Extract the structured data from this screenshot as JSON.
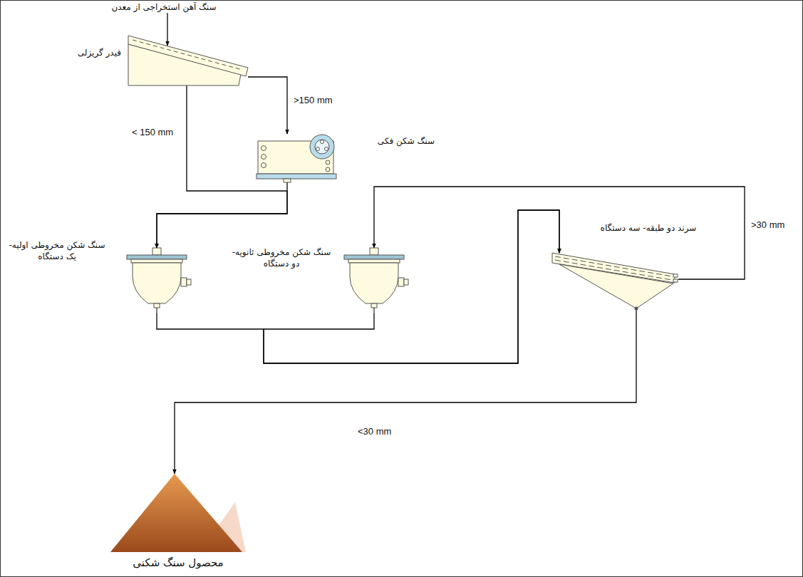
{
  "diagram": {
    "nodes": [
      {
        "text": [
          "سنگ آهن استخراجی از معدن"
        ]
      },
      {
        "text": [
          "فیدر گریزلی"
        ]
      },
      {
        "text": [
          "سنگ شکن فکی"
        ]
      },
      {
        "text": [
          "سنگ شکن مخروطی اولیه- یک دستگاه"
        ]
      },
      {
        "text": [
          "سنگ شکن مخروطی ثانویه- دو دستگاه"
        ]
      },
      {
        "text": [
          "سرند دو طبقه- سه دستگاه"
        ]
      },
      {
        "text": [
          "محصول سنگ شکنی"
        ]
      }
    ],
    "edges": [
      {
        "from": 0,
        "to": 1,
        "arrow": "to"
      },
      {
        "from": 1,
        "to": 2,
        "label": ">150 mm",
        "arrow": "to"
      },
      {
        "from": 1,
        "to": 3,
        "label": "< 150 mm",
        "arrow": "to"
      },
      {
        "from": 2,
        "to": 3,
        "arrow": "to"
      },
      {
        "from": 3,
        "to": 5,
        "arrow": "to"
      },
      {
        "from": 4,
        "to": 5,
        "arrow": "to"
      },
      {
        "from": 5,
        "to": 4,
        "label": ">30 mm",
        "arrow": "to"
      },
      {
        "from": 5,
        "to": 6,
        "label": "<30 mm",
        "arrow": "to"
      }
    ]
  }
}
